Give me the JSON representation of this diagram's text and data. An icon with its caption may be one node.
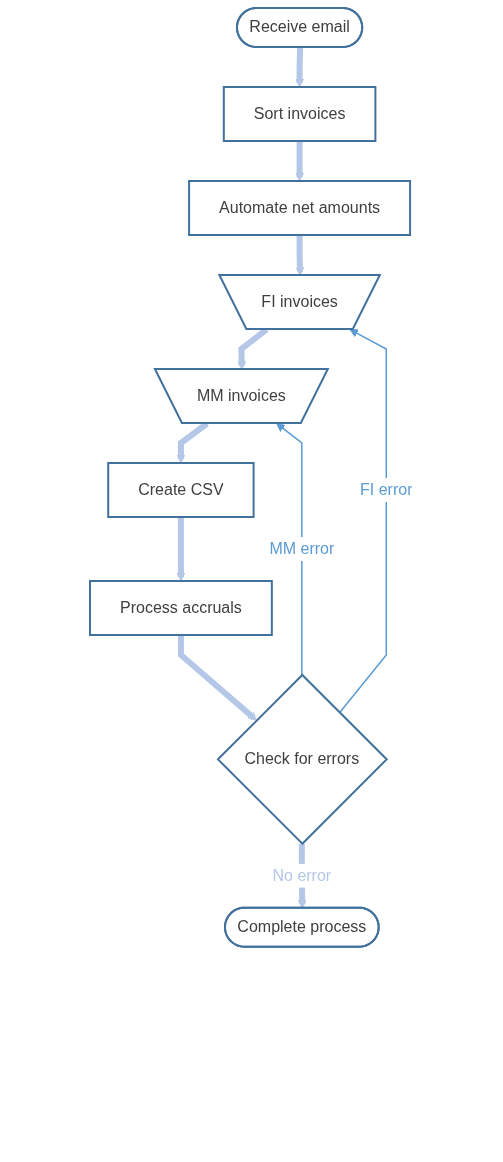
{
  "diagram": {
    "nodes": [
      {
        "text": [
          "Receive email"
        ]
      },
      {
        "text": [
          "Sort invoices"
        ]
      },
      {
        "text": [
          "Automate net amounts"
        ]
      },
      {
        "text": [
          "FI invoices"
        ]
      },
      {
        "text": [
          "MM invoices"
        ]
      },
      {
        "text": [
          "Create CSV"
        ]
      },
      {
        "text": [
          "Process accruals"
        ]
      },
      {
        "text": [
          "Check for errors"
        ]
      },
      {
        "text": [
          "Complete process"
        ]
      }
    ],
    "edges": [
      {
        "from": 0,
        "to": 1,
        "arrow": "to"
      },
      {
        "from": 1,
        "to": 2,
        "arrow": "to"
      },
      {
        "from": 2,
        "to": 3,
        "arrow": "to"
      },
      {
        "from": 3,
        "to": 4,
        "arrow": "to"
      },
      {
        "from": 4,
        "to": 5,
        "arrow": "to"
      },
      {
        "from": 5,
        "to": 6,
        "arrow": "to"
      },
      {
        "from": 6,
        "to": 7,
        "arrow": "to"
      },
      {
        "from": 7,
        "to": 3,
        "arrow": "to",
        "label": "FI error",
        "color": "#5b9bd5"
      },
      {
        "from": 7,
        "to": 4,
        "arrow": "to",
        "label": "MM error",
        "color": "#5b9bd5"
      },
      {
        "from": 7,
        "to": 8,
        "arrow": "to",
        "label": "No error"
      }
    ]
  }
}
